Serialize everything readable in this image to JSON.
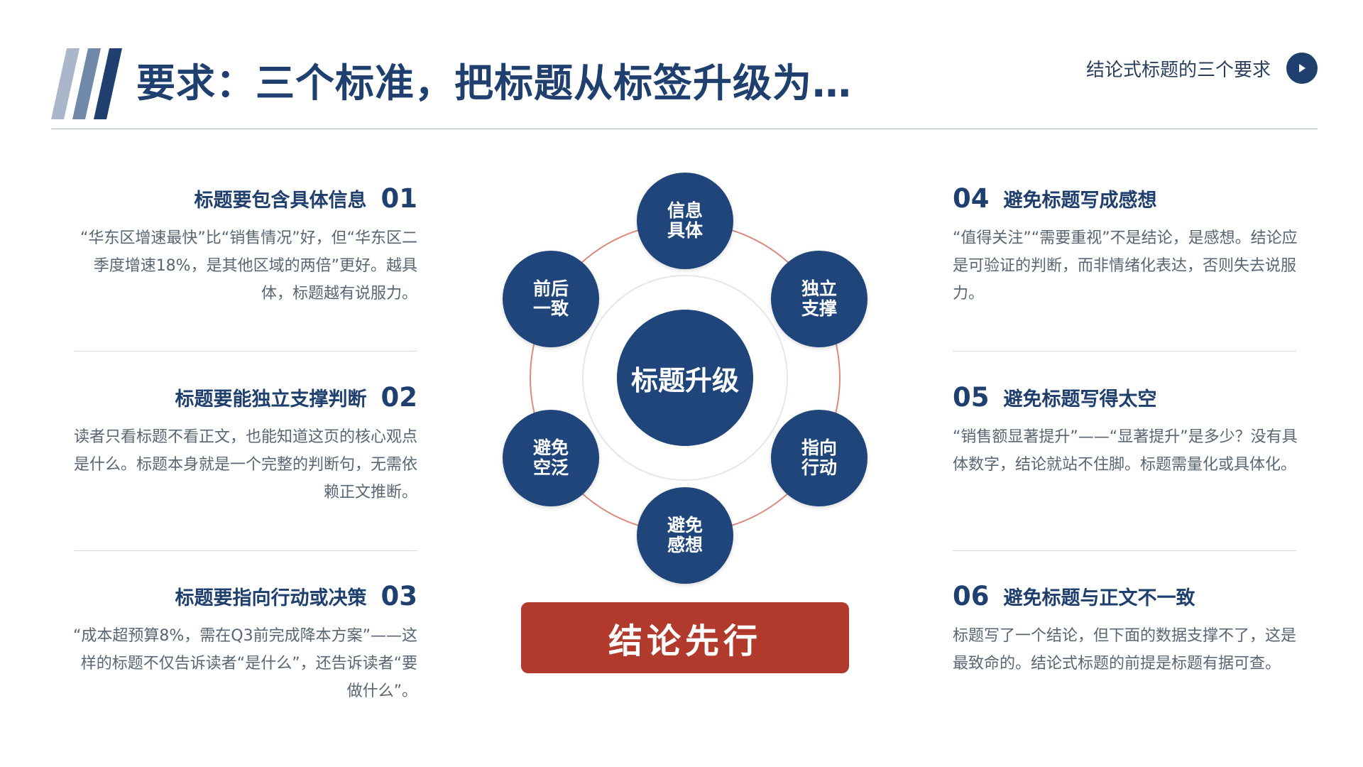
{
  "header": {
    "title": "要求：三个标准，把标题从标签升级为…",
    "subtitle": "结论式标题的三个要求",
    "play_icon": "play-icon"
  },
  "items": [
    {
      "number": "01",
      "title": "标题要包含具体信息",
      "body": "“华东区增速最快”比“销售情况”好，但“华东区二季度增速18%，是其他区域的两倍”更好。越具体，标题越有说服力。"
    },
    {
      "number": "02",
      "title": "标题要能独立支撑判断",
      "body": "读者只看标题不看正文，也能知道这页的核心观点是什么。标题本身就是一个完整的判断句，无需依赖正文推断。"
    },
    {
      "number": "03",
      "title": "标题要指向行动或决策",
      "body": "“成本超预算8%，需在Q3前完成降本方案”——这样的标题不仅告诉读者“是什么”，还告诉读者“要做什么”。"
    },
    {
      "number": "04",
      "title": "避免标题写成感想",
      "body": "“值得关注”“需要重视”不是结论，是感想。结论应是可验证的判断，而非情绪化表达，否则失去说服力。"
    },
    {
      "number": "05",
      "title": "避免标题写得太空",
      "body": "“销售额显著提升”——“显著提升”是多少？没有具体数字，结论就站不住脚。标题需量化或具体化。"
    },
    {
      "number": "06",
      "title": "避免标题与正文不一致",
      "body": "标题写了一个结论，但下面的数据支撑不了，这是最致命的。结论式标题的前提是标题有据可查。"
    }
  ],
  "diagram": {
    "center": "标题升级",
    "nodes": [
      "信息具体",
      "独立支撑",
      "指向行动",
      "避免感想",
      "避免空泛",
      "前后一致"
    ]
  },
  "cta": {
    "label": "结论先行"
  },
  "colors": {
    "navy": "#1f457a",
    "title": "#1f3f6e",
    "accent_red": "#b23a2c",
    "ring_red": "#d98a80",
    "body_gray": "#5a6573"
  }
}
